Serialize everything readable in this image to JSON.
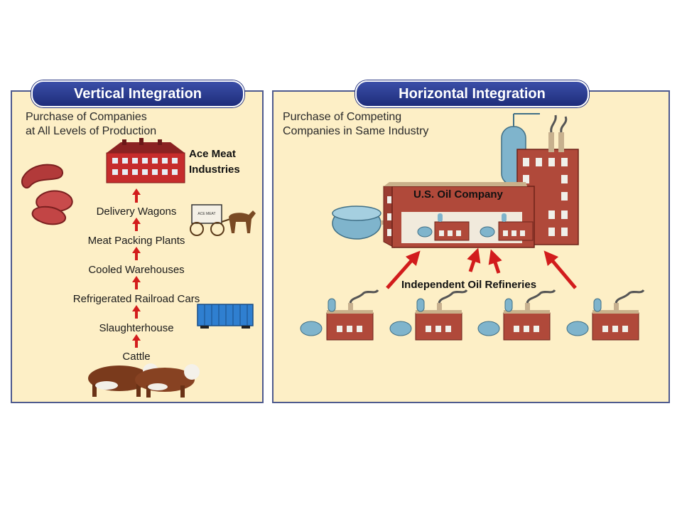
{
  "vertical": {
    "title": "Vertical Integration",
    "subtitle_line1": "Purchase of Companies",
    "subtitle_line2": "at All Levels of Production",
    "company_line1": "Ace Meat",
    "company_line2": "Industries",
    "steps": [
      "Delivery Wagons",
      "Meat Packing Plants",
      "Cooled Warehouses",
      "Refrigerated Railroad Cars",
      "Slaughterhouse",
      "Cattle"
    ],
    "wagon_sign": "ACE MEAT"
  },
  "horizontal": {
    "title": "Horizontal Integration",
    "subtitle_line1": "Purchase of Competing",
    "subtitle_line2": "Companies in Same Industry",
    "company": "U.S. Oil Company",
    "refineries_label": "Independent Oil Refineries"
  },
  "colors": {
    "panel_bg": "#fdefc6",
    "border": "#4e5a8e",
    "pill": "#24337e",
    "brick": "#a8352d",
    "arrow": "#d21c1c",
    "tank": "#7fb4cc"
  }
}
